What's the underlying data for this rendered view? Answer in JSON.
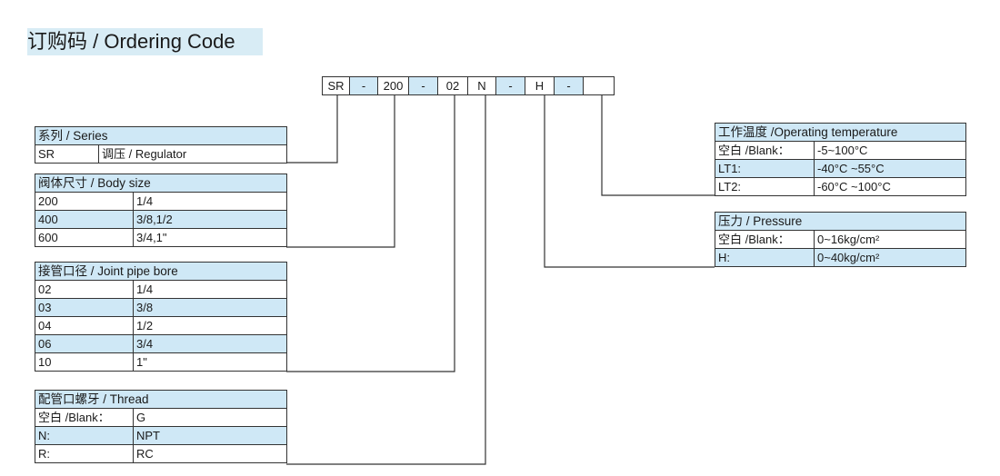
{
  "title": "订购码 / Ordering Code",
  "code_segments": [
    "SR",
    "-",
    "200",
    "-",
    "02",
    "N",
    "-",
    "H",
    "-",
    ""
  ],
  "series": {
    "header": "系列 / Series",
    "rows": [
      [
        "SR",
        "调压 / Regulator"
      ]
    ]
  },
  "body_size": {
    "header": "阀体尺寸 / Body size",
    "rows": [
      [
        "200",
        "1/4"
      ],
      [
        "400",
        "3/8,1/2"
      ],
      [
        "600",
        "3/4,1\""
      ]
    ]
  },
  "joint_pipe_bore": {
    "header": "接管口径 / Joint pipe bore",
    "rows": [
      [
        "02",
        "1/4"
      ],
      [
        "03",
        "3/8"
      ],
      [
        "04",
        "1/2"
      ],
      [
        "06",
        "3/4"
      ],
      [
        "10",
        "1\""
      ]
    ]
  },
  "thread": {
    "header": "配管口螺牙 / Thread",
    "rows": [
      [
        "空白 /Blank：",
        "G"
      ],
      [
        "N:",
        "NPT"
      ],
      [
        "R:",
        "RC"
      ]
    ]
  },
  "operating_temperature": {
    "header": "工作温度 /Operating temperature",
    "rows": [
      [
        "空白 /Blank：",
        "-5~100°C"
      ],
      [
        "LT1:",
        "-40°C ~55°C"
      ],
      [
        "LT2:",
        "-60°C ~100°C"
      ]
    ]
  },
  "pressure": {
    "header": "压力 / Pressure",
    "rows": [
      [
        "空白 /Blank：",
        "0~16kg/cm²"
      ],
      [
        "H:",
        "0~40kg/cm²"
      ]
    ]
  },
  "colors": {
    "header_bg": "#cfe8f6",
    "title_bg": "#d8ecf5",
    "line": "#333333"
  }
}
